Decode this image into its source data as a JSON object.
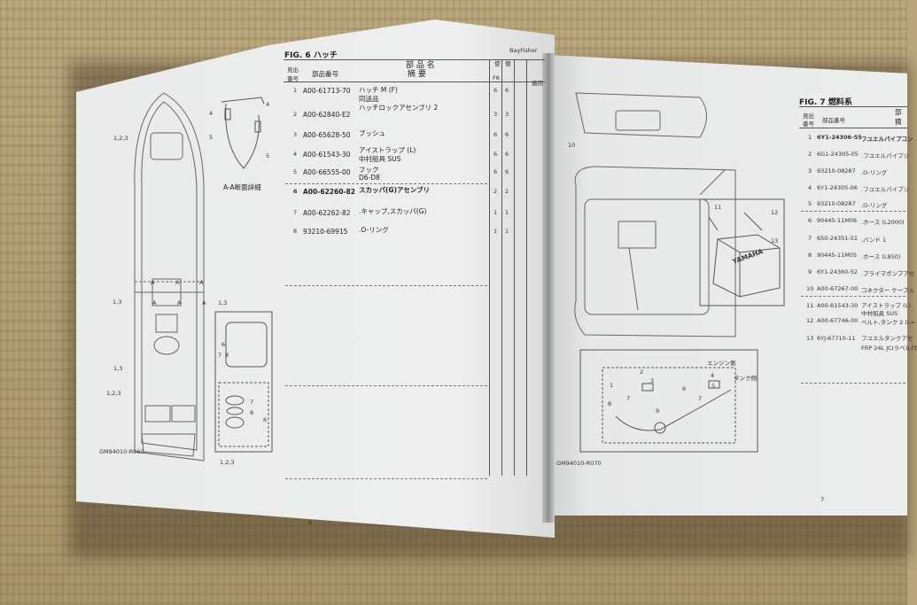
{
  "left_page": {
    "fig_title": "FIG. 6 ハッチ",
    "header_right": "BayFisher",
    "col_ref_line1": "見出",
    "col_ref_line2": "番号",
    "col_part_no": "部品番号",
    "col_name_line1": "部 品 名",
    "col_name_line2": "摘 要",
    "col_qty1": "F6",
    "col_qty_head": "使",
    "col_qty_head2": "個",
    "col_remark": "適用",
    "rows": [
      {
        "ref": "1",
        "part": "A00-61713-70",
        "name": "ハッチ M (F)",
        "q1": "6",
        "q2": "6"
      },
      {
        "ref": "",
        "part": "",
        "name": "同送品",
        "q1": "",
        "q2": ""
      },
      {
        "ref": "2",
        "part": "A00-62840-E2",
        "name": "ハッチロックアセンブリ 2",
        "q1": "3",
        "q2": "3"
      },
      {
        "ref": "3",
        "part": "A00-65628-50",
        "name": "ブッシュ",
        "q1": "6",
        "q2": "6"
      },
      {
        "ref": "4",
        "part": "A00-61543-30",
        "name": "アイストラップ (L)",
        "q1": "6",
        "q2": "6"
      },
      {
        "ref": "",
        "part": "",
        "name": "中村船具 SUS",
        "q1": "",
        "q2": ""
      },
      {
        "ref": "5",
        "part": "A00-66555-00",
        "name": "フック",
        "q1": "6",
        "q2": "6"
      },
      {
        "ref": "",
        "part": "",
        "name": "D6-D8",
        "q1": "",
        "q2": ""
      },
      {
        "ref": "6",
        "part": "A00-62260-82",
        "name": "スカッパ(G)アセンブリ",
        "q1": "2",
        "q2": "2"
      },
      {
        "ref": "7",
        "part": "A00-62262-82",
        "name": ".キャップ,スカッパ(G)",
        "q1": "1",
        "q2": "1"
      },
      {
        "ref": "8",
        "part": "93210-69915",
        "name": ".O-リング",
        "q1": "1",
        "q2": "1"
      }
    ],
    "diagram_caption": "A-A断面詳細",
    "diagram_code": "GM94010-R060",
    "page_number": "6",
    "callouts": [
      "1,2,3",
      "1,3",
      "1,3",
      "1,3",
      "1,2,3",
      "1,2,3",
      "4",
      "5",
      "4",
      "5",
      "6",
      "7",
      "8",
      "7",
      "8",
      "6",
      "A",
      "A",
      "A",
      "A",
      "A",
      "A"
    ]
  },
  "right_page": {
    "fig_title": "FIG. 7 燃料系",
    "col_ref_line1": "見出",
    "col_ref_line2": "番号",
    "col_part_no": "部品番号",
    "col_name_line1": "部",
    "col_name_line2": "摘",
    "rows": [
      {
        "ref": "1",
        "part": "6Y1-24306-55",
        "name": "フユエルパイプコン"
      },
      {
        "ref": "2",
        "part": "6G1-24305-05",
        "name": ".フユエルパイプジ"
      },
      {
        "ref": "3",
        "part": "93210-08287",
        "name": ".O-リング"
      },
      {
        "ref": "4",
        "part": "6Y1-24305-06",
        "name": ".フユエルパイプジ"
      },
      {
        "ref": "5",
        "part": "93210-08287",
        "name": ".O-リング"
      },
      {
        "ref": "6",
        "part": "90445-11M06",
        "name": ".ホース (L2000)"
      },
      {
        "ref": "7",
        "part": "650-24351-51",
        "name": ".バンド 1"
      },
      {
        "ref": "8",
        "part": "90445-11M05",
        "name": ".ホース (L850)"
      },
      {
        "ref": "9",
        "part": "6Y1-24360-52",
        "name": ".プライマポンプアセ"
      },
      {
        "ref": "10",
        "part": "A00-67267-00",
        "name": "コネクター ケーブル"
      },
      {
        "ref": "11",
        "part": "A00-61543-30",
        "name": "アイストラップ (L)"
      },
      {
        "ref": "",
        "part": "",
        "name": "中村船具 SUS"
      },
      {
        "ref": "12",
        "part": "A00-67746-00",
        "name": "ベルト,タンク 2 (L="
      },
      {
        "ref": "13",
        "part": "6YJ-67710-11",
        "name": "フユエルタンクアセ"
      },
      {
        "ref": "",
        "part": "",
        "name": "FRP 24L JCIラベル付"
      }
    ],
    "engine_side": "エンジン側",
    "tank_side": "タンク側",
    "tank_brand": "YAMAHA",
    "diagram_code": "GM94010-R070",
    "page_number": "7",
    "callouts": [
      "10",
      "11",
      "12",
      "13",
      "1",
      "2",
      "3",
      "4",
      "5",
      "6",
      "7",
      "7",
      "8",
      "9"
    ]
  }
}
